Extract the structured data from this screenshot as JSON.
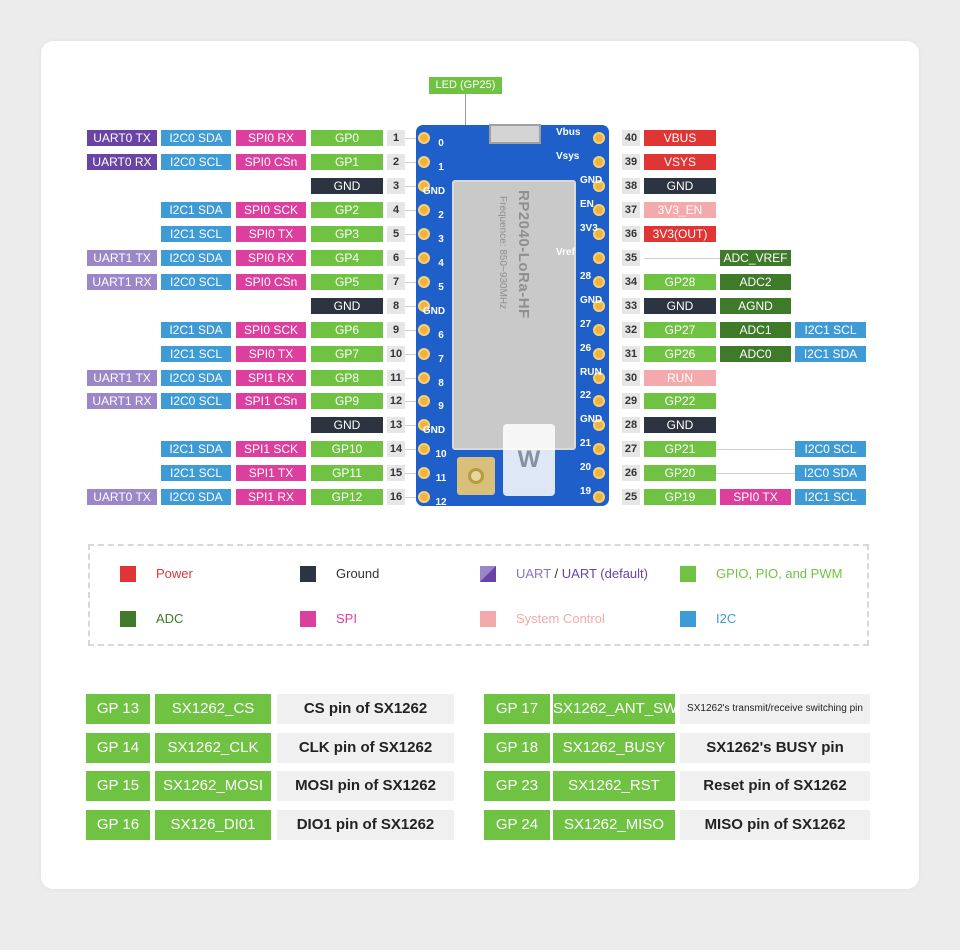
{
  "colors": {
    "uart": "#6a44a4",
    "uart_alt": "#9b86c8",
    "i2c": "#3f9bd5",
    "spi": "#dd3f9e",
    "gpio": "#70c243",
    "ground": "#2b3440",
    "power": "#e03535",
    "sysctl": "#f4a9ac",
    "adc": "#3f7a2a"
  },
  "led_label": "LED (GP25)",
  "left_pins": [
    {
      "num": "1",
      "gp": "GP0",
      "f": [
        "UART0 TX",
        "I2C0 SDA",
        "SPI0 RX"
      ],
      "t": [
        "uart",
        "i2c",
        "spi"
      ]
    },
    {
      "num": "2",
      "gp": "GP1",
      "f": [
        "UART0 RX",
        "I2C0 SCL",
        "SPI0 CSn"
      ],
      "t": [
        "uart",
        "i2c",
        "spi"
      ]
    },
    {
      "num": "3",
      "gp": "GND",
      "f": [],
      "t": []
    },
    {
      "num": "4",
      "gp": "GP2",
      "f": [
        "",
        "I2C1 SDA",
        "SPI0 SCK"
      ],
      "t": [
        "",
        "i2c",
        "spi"
      ]
    },
    {
      "num": "5",
      "gp": "GP3",
      "f": [
        "",
        "I2C1 SCL",
        "SPI0 TX"
      ],
      "t": [
        "",
        "i2c",
        "spi"
      ]
    },
    {
      "num": "6",
      "gp": "GP4",
      "f": [
        "UART1 TX",
        "I2C0 SDA",
        "SPI0 RX"
      ],
      "t": [
        "uart_alt",
        "i2c",
        "spi"
      ]
    },
    {
      "num": "7",
      "gp": "GP5",
      "f": [
        "UART1 RX",
        "I2C0 SCL",
        "SPI0 CSn"
      ],
      "t": [
        "uart_alt",
        "i2c",
        "spi"
      ]
    },
    {
      "num": "8",
      "gp": "GND",
      "f": [],
      "t": []
    },
    {
      "num": "9",
      "gp": "GP6",
      "f": [
        "",
        "I2C1 SDA",
        "SPI0 SCK"
      ],
      "t": [
        "",
        "i2c",
        "spi"
      ]
    },
    {
      "num": "10",
      "gp": "GP7",
      "f": [
        "",
        "I2C1 SCL",
        "SPI0 TX"
      ],
      "t": [
        "",
        "i2c",
        "spi"
      ]
    },
    {
      "num": "11",
      "gp": "GP8",
      "f": [
        "UART1 TX",
        "I2C0 SDA",
        "SPI1 RX"
      ],
      "t": [
        "uart_alt",
        "i2c",
        "spi"
      ]
    },
    {
      "num": "12",
      "gp": "GP9",
      "f": [
        "UART1 RX",
        "I2C0 SCL",
        "SPI1 CSn"
      ],
      "t": [
        "uart_alt",
        "i2c",
        "spi"
      ]
    },
    {
      "num": "13",
      "gp": "GND",
      "f": [],
      "t": []
    },
    {
      "num": "14",
      "gp": "GP10",
      "f": [
        "",
        "I2C1 SDA",
        "SPI1 SCK"
      ],
      "t": [
        "",
        "i2c",
        "spi"
      ]
    },
    {
      "num": "15",
      "gp": "GP11",
      "f": [
        "",
        "I2C1 SCL",
        "SPI1 TX"
      ],
      "t": [
        "",
        "i2c",
        "spi"
      ]
    },
    {
      "num": "16",
      "gp": "GP12",
      "f": [
        "UART0 TX",
        "I2C0 SDA",
        "SPI1 RX"
      ],
      "t": [
        "uart_alt",
        "i2c",
        "spi"
      ]
    }
  ],
  "right_pins": [
    {
      "num": "40",
      "p": "VBUS",
      "pt": "power",
      "f": [
        "",
        ""
      ],
      "t": [
        "",
        ""
      ]
    },
    {
      "num": "39",
      "p": "VSYS",
      "pt": "power",
      "f": [
        "",
        ""
      ],
      "t": [
        "",
        ""
      ]
    },
    {
      "num": "38",
      "p": "GND",
      "pt": "ground",
      "f": [
        "",
        ""
      ],
      "t": [
        "",
        ""
      ]
    },
    {
      "num": "37",
      "p": "3V3_EN",
      "pt": "sysctl",
      "f": [
        "",
        ""
      ],
      "t": [
        "",
        ""
      ]
    },
    {
      "num": "36",
      "p": "3V3(OUT)",
      "pt": "power",
      "f": [
        "",
        ""
      ],
      "t": [
        "",
        ""
      ]
    },
    {
      "num": "35",
      "p": "",
      "pt": "",
      "f": [
        "ADC_VREF",
        ""
      ],
      "t": [
        "adc",
        ""
      ]
    },
    {
      "num": "34",
      "p": "GP28",
      "pt": "gpio",
      "f": [
        "ADC2",
        ""
      ],
      "t": [
        "adc",
        ""
      ]
    },
    {
      "num": "33",
      "p": "GND",
      "pt": "ground",
      "f": [
        "AGND",
        ""
      ],
      "t": [
        "adc",
        ""
      ]
    },
    {
      "num": "32",
      "p": "GP27",
      "pt": "gpio",
      "f": [
        "ADC1",
        "I2C1 SCL"
      ],
      "t": [
        "adc",
        "i2c"
      ]
    },
    {
      "num": "31",
      "p": "GP26",
      "pt": "gpio",
      "f": [
        "ADC0",
        "I2C1 SDA"
      ],
      "t": [
        "adc",
        "i2c"
      ]
    },
    {
      "num": "30",
      "p": "RUN",
      "pt": "sysctl",
      "f": [
        "",
        ""
      ],
      "t": [
        "",
        ""
      ]
    },
    {
      "num": "29",
      "p": "GP22",
      "pt": "gpio",
      "f": [
        "",
        ""
      ],
      "t": [
        "",
        ""
      ]
    },
    {
      "num": "28",
      "p": "GND",
      "pt": "ground",
      "f": [
        "",
        ""
      ],
      "t": [
        "",
        ""
      ]
    },
    {
      "num": "27",
      "p": "GP21",
      "pt": "gpio",
      "f": [
        "",
        "I2C0 SCL"
      ],
      "t": [
        "",
        "i2c"
      ]
    },
    {
      "num": "26",
      "p": "GP20",
      "pt": "gpio",
      "f": [
        "",
        "I2C0 SDA"
      ],
      "t": [
        "",
        "i2c"
      ]
    },
    {
      "num": "25",
      "p": "GP19",
      "pt": "gpio",
      "f": [
        "SPI0 TX",
        "I2C1 SCL"
      ],
      "t": [
        "spi",
        "i2c"
      ]
    }
  ],
  "board": {
    "chip_text": "RP2040-LoRa-HF",
    "freq_text": "Frequence: 850~930MHz",
    "logo": "W",
    "left_labels": [
      "0",
      "1",
      "GND",
      "2",
      "3",
      "4",
      "5",
      "GND",
      "6",
      "7",
      "8",
      "9",
      "GND",
      "10",
      "11",
      "12"
    ],
    "right_labels": [
      "Vbus",
      "Vsys",
      "GND",
      "EN",
      "3V3",
      "Vref",
      "28",
      "GND",
      "27",
      "26",
      "RUN",
      "22",
      "GND",
      "21",
      "20",
      "19"
    ]
  },
  "legend": [
    {
      "text": "Power",
      "color": "#e03535",
      "text_color": "#e03535"
    },
    {
      "text": "Ground",
      "color": "#2b3440",
      "text_color": "#333333"
    },
    {
      "text": "UART",
      "text2": " / ",
      "text3": "UART (default)",
      "color": "#6a44a4",
      "text_color": "#8a74c0"
    },
    {
      "text": "GPIO, PIO, and PWM",
      "color": "#70c243",
      "text_color": "#70c243"
    },
    {
      "text": "ADC",
      "color": "#3f7a2a",
      "text_color": "#3f7a2a"
    },
    {
      "text": "SPI",
      "color": "#dd3f9e",
      "text_color": "#dd3f9e"
    },
    {
      "text": "System Control",
      "color": "#f4a9ac",
      "text_color": "#f4a9ac"
    },
    {
      "text": "I2C",
      "color": "#3f9bd5",
      "text_color": "#3f9bd5"
    }
  ],
  "table": [
    {
      "gp": "GP 13",
      "name": "SX1262_CS",
      "desc": "CS pin of SX1262"
    },
    {
      "gp": "GP 14",
      "name": "SX1262_CLK",
      "desc": "CLK pin of SX1262"
    },
    {
      "gp": "GP 15",
      "name": "SX1262_MOSI",
      "desc": "MOSI pin of SX1262"
    },
    {
      "gp": "GP 16",
      "name": "SX126_DI01",
      "desc": "DIO1 pin of SX1262"
    },
    {
      "gp": "GP 17",
      "name": "SX1262_ANT_SW",
      "desc": "SX1262's transmit/receive switching pin"
    },
    {
      "gp": "GP 18",
      "name": "SX1262_BUSY",
      "desc": "SX1262's BUSY pin"
    },
    {
      "gp": "GP 23",
      "name": "SX1262_RST",
      "desc": "Reset pin of SX1262"
    },
    {
      "gp": "GP 24",
      "name": "SX1262_MISO",
      "desc": "MISO pin of SX1262"
    }
  ]
}
